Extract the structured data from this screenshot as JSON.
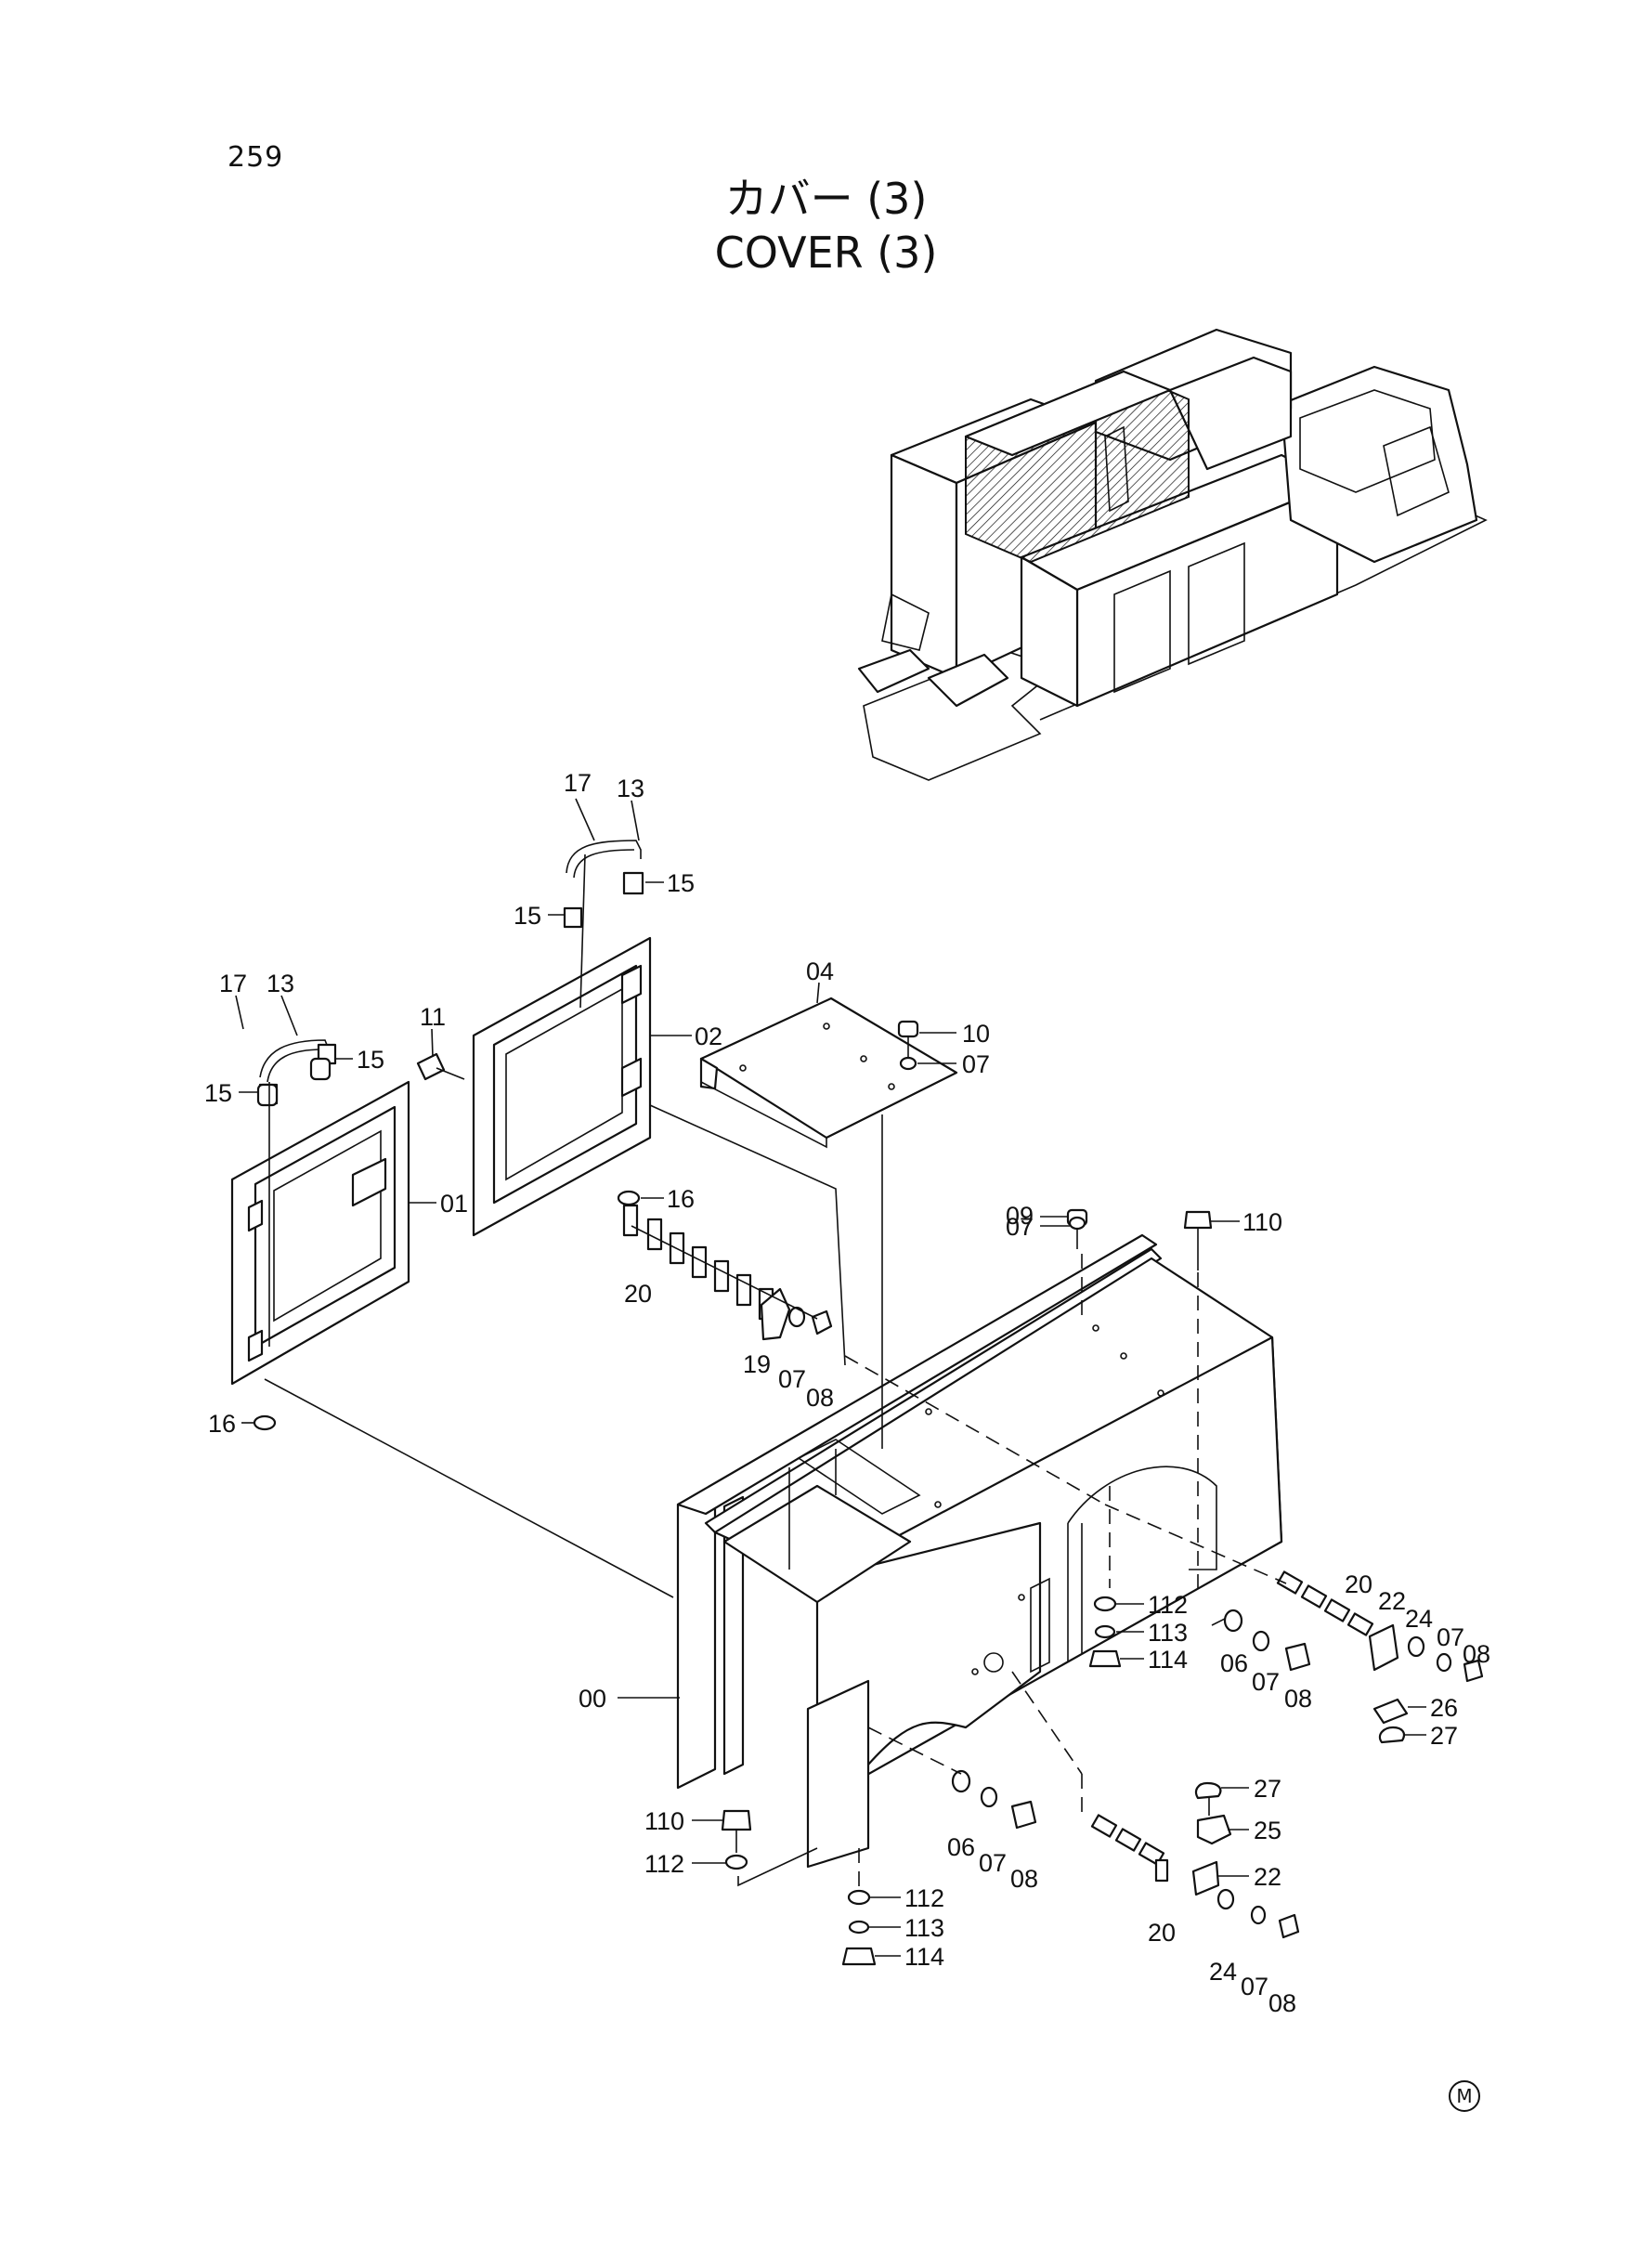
{
  "page": {
    "number": "259",
    "marker": "M"
  },
  "title": {
    "jp": "カバー (3)",
    "en": "COVER (3)"
  },
  "callouts": [
    "17",
    "13",
    "15",
    "15",
    "17",
    "13",
    "15",
    "15",
    "11",
    "02",
    "01",
    "16",
    "16",
    "20",
    "19",
    "07",
    "08",
    "04",
    "10",
    "07",
    "09",
    "07",
    "110",
    "00",
    "110",
    "112",
    "112",
    "113",
    "114",
    "112",
    "113",
    "114",
    "06",
    "07",
    "08",
    "06",
    "07",
    "08",
    "20",
    "22",
    "24",
    "07",
    "08",
    "26",
    "27",
    "27",
    "25",
    "22",
    "20",
    "24",
    "07",
    "08"
  ],
  "icons": {
    "manufacturer_marker": "circle-m-icon"
  }
}
